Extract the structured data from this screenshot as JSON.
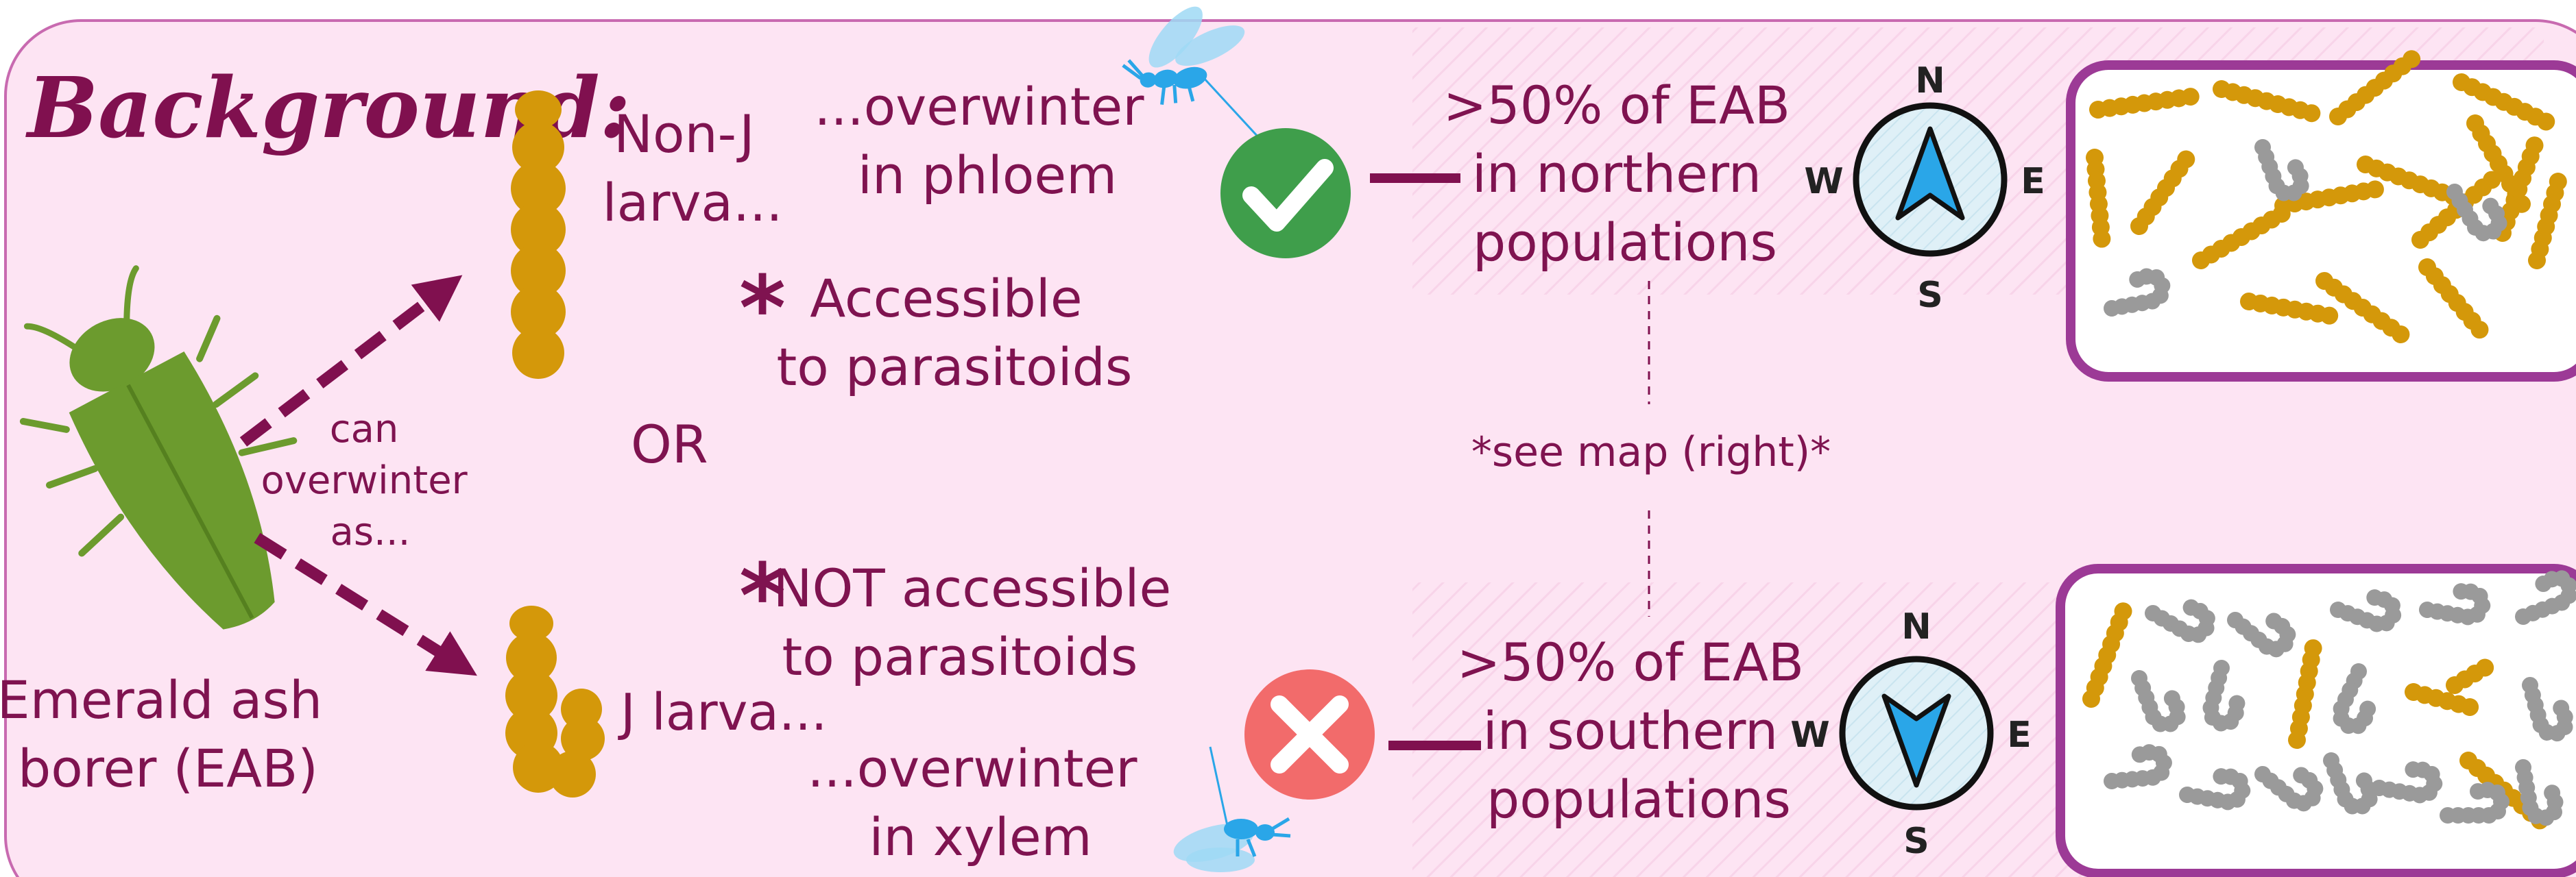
{
  "title": "Background:",
  "eab": {
    "label_line1": "Emerald ash",
    "label_line2": "borer (EAB)"
  },
  "split": {
    "line1": "can",
    "line2": "overwinter",
    "line3": "as...",
    "or": "OR"
  },
  "nonj": {
    "label_line1": "Non-J",
    "label_line2": "larva...",
    "site_line1": "...overwinter",
    "site_line2": "in phloem",
    "access_marker": "*",
    "access_line1": "Accessible",
    "access_line2": "to parasitoids"
  },
  "j": {
    "label": "J larva...",
    "site_line1": "...overwinter",
    "site_line2": "in xylem",
    "access_marker": "*",
    "access_line1": "NOT accessible",
    "access_line2": "to parasitoids"
  },
  "north": {
    "line1": ">50% of EAB",
    "line2": "in northern",
    "line3": "populations"
  },
  "south": {
    "line1": ">50% of EAB",
    "line2": "in southern",
    "line3": "populations"
  },
  "map_note": "*see map (right)*",
  "compass": {
    "n": "N",
    "s": "S",
    "e": "E",
    "w": "W"
  },
  "colors": {
    "panel_bg": "#fde4f3",
    "panel_border": "#c86ab0",
    "text": "#7f1350",
    "beetle": "#6c9b2e",
    "larva_nonj": "#d4980a",
    "larva_j": "#9a9a9a",
    "check": "#3f9e4b",
    "cross": "#f26b6b",
    "wasp": "#2aa6e8",
    "box_border": "#9c3a96"
  }
}
